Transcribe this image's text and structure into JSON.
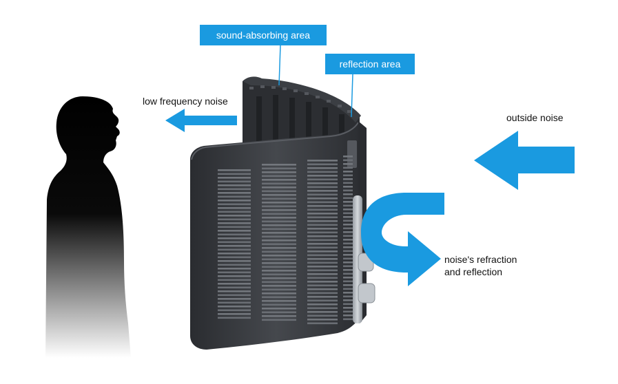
{
  "labels": {
    "sound_absorbing": "sound-absorbing area",
    "reflection": "reflection area",
    "low_frequency": "low frequency noise",
    "outside_noise": "outside noise",
    "refraction_line1": "noise's refraction",
    "refraction_line2": "and reflection"
  },
  "colors": {
    "accent": "#1a9ae0",
    "shield_body": "#3a3c40",
    "silhouette": "#000000"
  },
  "icons": {
    "person": "person-silhouette-icon",
    "shield": "vocal-shield-icon"
  }
}
